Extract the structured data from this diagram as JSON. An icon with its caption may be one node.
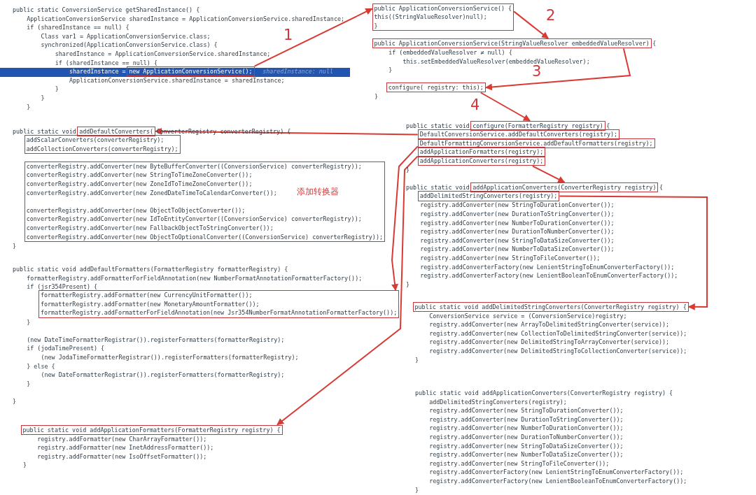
{
  "diagram": {
    "nodes": [
      {
        "text": [
          "new ApplicationConversionService();"
        ]
      },
      {
        "text": [
          "public ApplicationConversionService() {",
          "this((StringValueResolver)null);",
          "}"
        ]
      },
      {
        "text": [
          "public ApplicationConversionService(StringValueResolver embeddedValueResolver)"
        ]
      },
      {
        "text": [
          "configure( registry: this);"
        ]
      },
      {
        "text": [
          "configure(FormatterRegistry registry)"
        ]
      },
      {
        "text": [
          "DefaultConversionService.addDefaultConverters(registry);"
        ]
      },
      {
        "text": [
          "DefaultFormattingConversionService.addDefaultFormatters(registry);"
        ]
      },
      {
        "text": [
          "addApplicationFormatters(registry);"
        ]
      },
      {
        "text": [
          "addApplicationConverters(registry);"
        ]
      },
      {
        "text": [
          "addApplicationConverters(ConverterRegistry registry)"
        ]
      },
      {
        "text": [
          "addDelimitedStringConverters(registry);"
        ]
      },
      {
        "text": [
          "public static void addDelimitedStringConverters(ConverterRegistry registry) {"
        ]
      },
      {
        "text": [
          "addDefaultConverters("
        ]
      },
      {
        "text": [
          "addScalarConverters(converterRegistry);",
          "addCollectionConverters(converterRegistry);"
        ]
      },
      {
        "text": [
          "converterRegistry.addConverter(new ByteBufferConverter((ConversionService) converterRegistry));",
          "converterRegistry.addConverter(new StringToTimeZoneConverter());",
          "converterRegistry.addConverter(new ZoneIdToTimeZoneConverter());",
          "converterRegistry.addConverter(new ZonedDateTimeToCalendarConverter());",
          "添加转换器",
          "converterRegistry.addConverter(new ObjectToObjectConverter());",
          "converterRegistry.addConverter(new IdToEntityConverter((ConversionService) converterRegistry));",
          "converterRegistry.addConverter(new FallbackObjectToStringConverter());",
          "converterRegistry.addConverter(new ObjectToOptionalConverter((ConversionService) converterRegistry));"
        ]
      },
      {
        "text": [
          "formatterRegistry.addFormatter(new CurrencyUnitFormatter());",
          "formatterRegistry.addFormatter(new MonetaryAmountFormatter());",
          "formatterRegistry.addFormatterForFieldAnnotation(new Jsr354NumberFormatAnnotationFormatterFactory());"
        ]
      },
      {
        "text": [
          "public static void addApplicationFormatters(FormatterRegistry registry) {"
        ]
      }
    ],
    "edges": [
      {
        "from": 0,
        "to": 1,
        "arrow": "to",
        "label": "1"
      },
      {
        "from": 1,
        "to": 2,
        "arrow": "to",
        "label": "2"
      },
      {
        "from": 2,
        "to": 3,
        "arrow": "to",
        "label": "3"
      },
      {
        "from": 3,
        "to": 4,
        "arrow": "to",
        "label": "4"
      },
      {
        "from": 5,
        "to": 12,
        "arrow": "to"
      },
      {
        "from": 6,
        "to": 15,
        "arrow": "to"
      },
      {
        "from": 7,
        "to": 16,
        "arrow": "to"
      },
      {
        "from": 8,
        "to": 9,
        "arrow": "to"
      },
      {
        "from": 10,
        "to": 11,
        "arrow": "to"
      }
    ],
    "labels": [
      "public static ConversionService getSharedInstance() {",
      "ApplicationConversionService sharedInstance = ApplicationConversionService.sharedInstance;",
      "if (sharedInstance == null) {",
      "Class var1 = ApplicationConversionService.class;",
      "synchronized(ApplicationConversionService.class) {",
      "sharedInstance = ApplicationConversionService.sharedInstance;",
      "if (sharedInstance == null) {",
      "sharedInstance =",
      "sharedInstance: null",
      "ApplicationConversionService.sharedInstance = sharedInstance;",
      "}",
      "}",
      "}",
      "{",
      "if (embeddedValueResolver ≠ null) {",
      "this.setEmbeddedValueResolver(embeddedValueResolver);",
      "}",
      "}",
      "public static void",
      "{",
      "}",
      "public static void",
      "{",
      "registry.addConverter(new StringToDurationConverter());",
      "registry.addConverter(new DurationToStringConverter());",
      "registry.addConverter(new NumberToDurationConverter());",
      "registry.addConverter(new DurationToNumberConverter());",
      "registry.addConverter(new StringToDataSizeConverter());",
      "registry.addConverter(new NumberToDataSizeConverter());",
      "registry.addConverter(new StringToFileConverter());",
      "registry.addConverterFactory(new LenientStringToEnumConverterFactory());",
      "registry.addConverterFactory(new LenientBooleanToEnumConverterFactory());",
      "}",
      "public static void",
      "ConverterRegistry converterRegistry) {",
      "}",
      "public static void addDefaultFormatters(FormatterRegistry formatterRegistry) {",
      "formatterRegistry.addFormatterForFieldAnnotation(new NumberFormatAnnotationFormatterFactory());",
      "if (jsr354Present) {",
      "}",
      "(new DateTimeFormatterRegistrar()).registerFormatters(formatterRegistry);",
      "if (jodaTimePresent) {",
      "(new JodaTimeFormatterRegistrar()).registerFormatters(formatterRegistry);",
      "} else {",
      "(new DateFormatterRegistrar()).registerFormatters(formatterRegistry);",
      "}",
      "}",
      "registry.addFormatter(new CharArrayFormatter());",
      "registry.addFormatter(new InetAddressFormatter());",
      "registry.addFormatter(new IsoOffsetFormatter());",
      "}",
      "ConversionService service = (ConversionService)registry;",
      "registry.addConverter(new ArrayToDelimitedStringConverter(service));",
      "registry.addConverter(new CollectionToDelimitedStringConverter(service));",
      "registry.addConverter(new DelimitedStringToArrayConverter(service));",
      "registry.addConverter(new DelimitedStringToCollectionConverter(service));",
      "}",
      "public static void addApplicationConverters(ConverterRegistry registry) {",
      "addDelimitedStringConverters(registry);",
      "registry.addConverter(new StringToDurationConverter());",
      "registry.addConverter(new DurationToStringConverter());",
      "registry.addConverter(new NumberToDurationConverter());",
      "registry.addConverter(new DurationToNumberConverter());",
      "registry.addConverter(new StringToDataSizeConverter());",
      "registry.addConverter(new NumberToDataSizeConverter());",
      "registry.addConverter(new StringToFileConverter());",
      "registry.addConverterFactory(new LenientStringToEnumConverterFactory());",
      "registry.addConverterFactory(new LenientBooleanToEnumConverterFactory());",
      "}"
    ]
  }
}
